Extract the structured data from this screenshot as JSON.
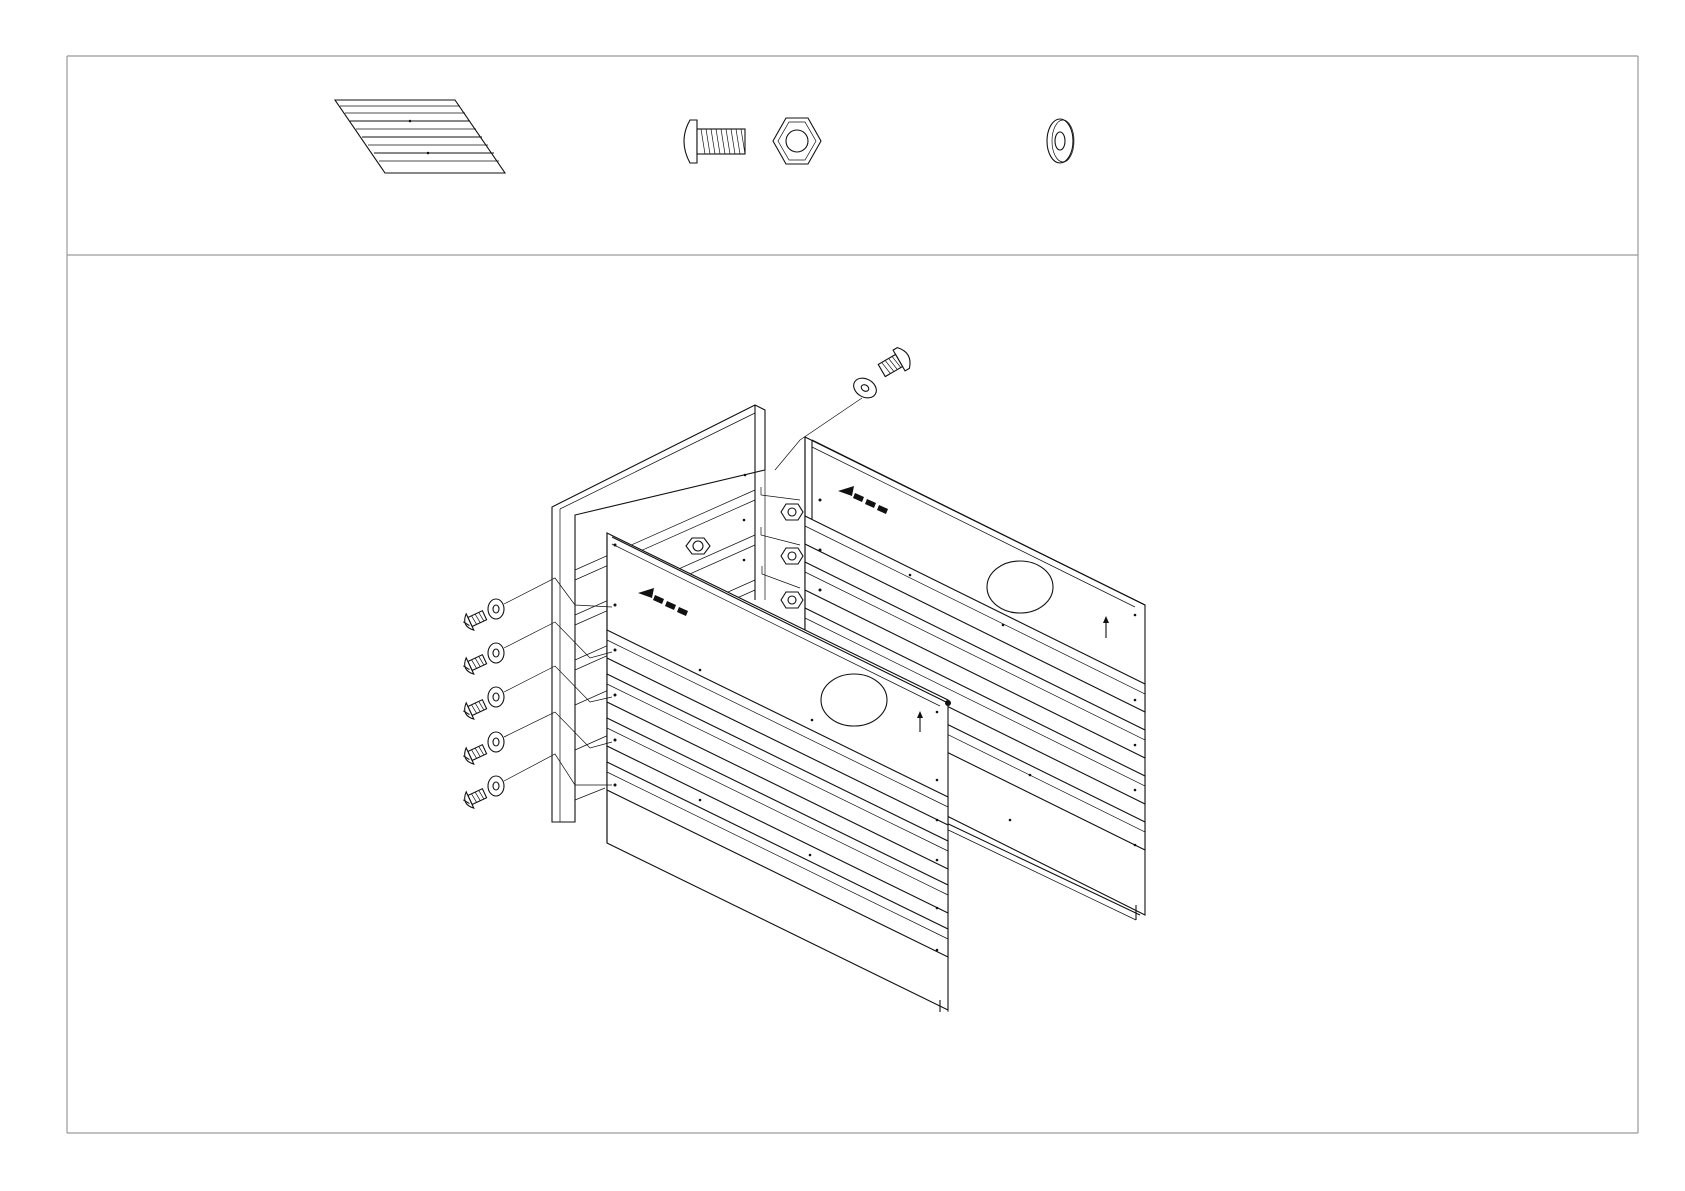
{
  "diagram": {
    "parts_row": {
      "items": [
        {
          "name": "slatted-panel",
          "icon": "slatted-panel-icon"
        },
        {
          "name": "bolt",
          "icon": "bolt-icon"
        },
        {
          "name": "hex-nut",
          "icon": "hex-nut-icon"
        },
        {
          "name": "washer",
          "icon": "washer-icon"
        }
      ]
    },
    "assembly": {
      "front_screws": 5,
      "rear_nuts": 3,
      "panels": 2
    }
  }
}
